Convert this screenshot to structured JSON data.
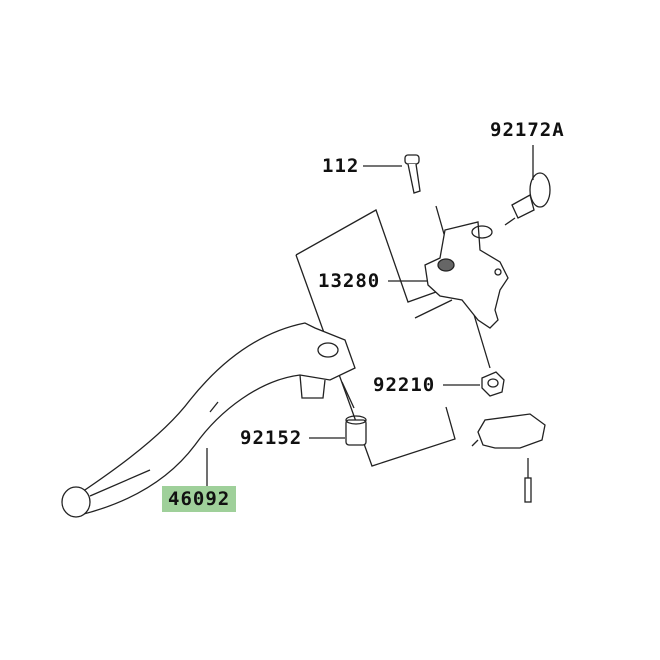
{
  "parts": {
    "adjuster": "92172A",
    "bolt": "112",
    "holder": "13280",
    "nut": "92210",
    "collar": "92152",
    "lever": "46092"
  },
  "colors": {
    "highlight": "#9fd09a",
    "line": "#222222"
  }
}
